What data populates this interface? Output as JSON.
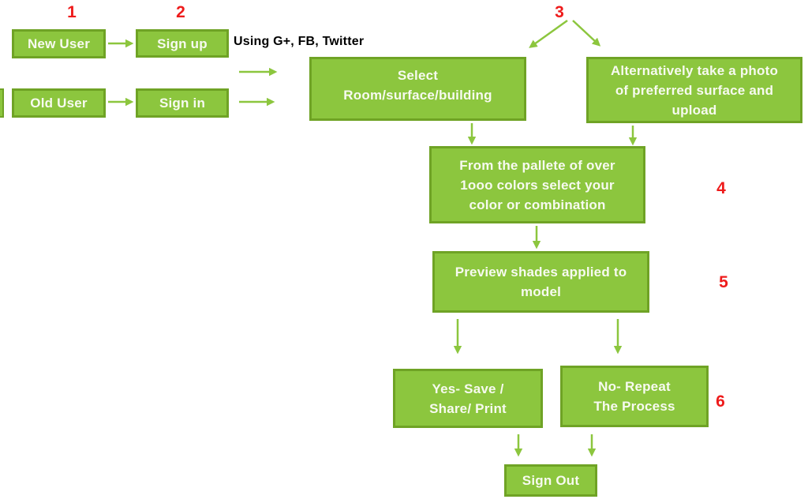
{
  "colors": {
    "box_fill": "#8CC63E",
    "box_border": "#6FA325",
    "box_text": "#F7FAF0",
    "arrow": "#8CC63E",
    "step_number": "#EE1B1B",
    "annotation_text": "#000000",
    "background": "#FFFFFF"
  },
  "diagram": {
    "type": "flowchart",
    "step_labels": [
      "1",
      "2",
      "3",
      "4",
      "5",
      "6"
    ],
    "annotation": "Using G+, FB, Twitter",
    "boxes": {
      "new_user": {
        "label": "New User"
      },
      "sign_up": {
        "label": "Sign up"
      },
      "old_user": {
        "label": "Old User"
      },
      "sign_in": {
        "label": "Sign in"
      },
      "select_surface": {
        "lines": [
          "Select",
          "Room/surface/building"
        ]
      },
      "upload_photo": {
        "lines": [
          "Alternatively take a photo",
          "of preferred surface and",
          "upload"
        ]
      },
      "color_palette": {
        "lines": [
          "From the pallete of over",
          "1ooo colors select your",
          "color or combination"
        ]
      },
      "preview_shades": {
        "lines": [
          "Preview shades applied to",
          "model"
        ]
      },
      "yes_save": {
        "lines": [
          "Yes- Save /",
          "Share/ Print"
        ]
      },
      "no_repeat": {
        "lines": [
          "No- Repeat",
          "The Process"
        ]
      },
      "sign_out": {
        "label": "Sign Out"
      }
    }
  }
}
